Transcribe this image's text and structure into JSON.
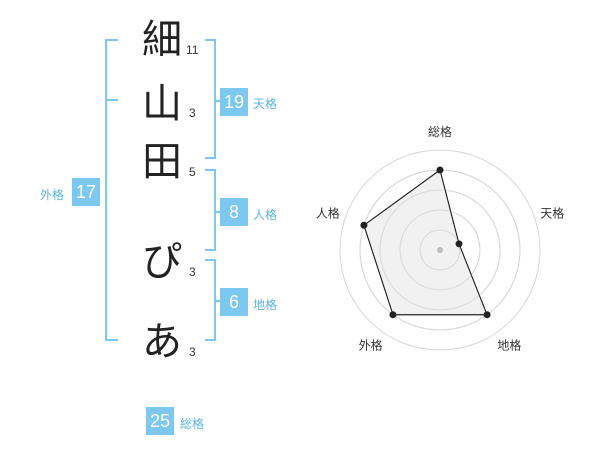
{
  "name": {
    "chars": [
      {
        "char": "細",
        "strokes": "11"
      },
      {
        "char": "山",
        "strokes": "3"
      },
      {
        "char": "田",
        "strokes": "5"
      },
      {
        "char": "ぴ",
        "strokes": "3"
      },
      {
        "char": "あ",
        "strokes": "3"
      }
    ]
  },
  "fortune": {
    "ten": {
      "value": "19",
      "label": "天格"
    },
    "jin": {
      "value": "8",
      "label": "人格"
    },
    "chi": {
      "value": "6",
      "label": "地格"
    },
    "gai": {
      "value": "17",
      "label": "外格"
    },
    "sou": {
      "value": "25",
      "label": "総格"
    }
  },
  "chart_data": {
    "type": "radar",
    "axes": [
      "総格",
      "天格",
      "地格",
      "外格",
      "人格"
    ],
    "values": [
      4,
      1,
      4,
      4,
      4
    ],
    "max": 5,
    "rings": 5,
    "colors": {
      "fill": "#f0f0f0",
      "stroke": "#222222",
      "ring": "#d8d8d8",
      "point": "#222222"
    }
  },
  "colors": {
    "accent": "#7cc8f0",
    "bracket": "#7cc8f0"
  }
}
